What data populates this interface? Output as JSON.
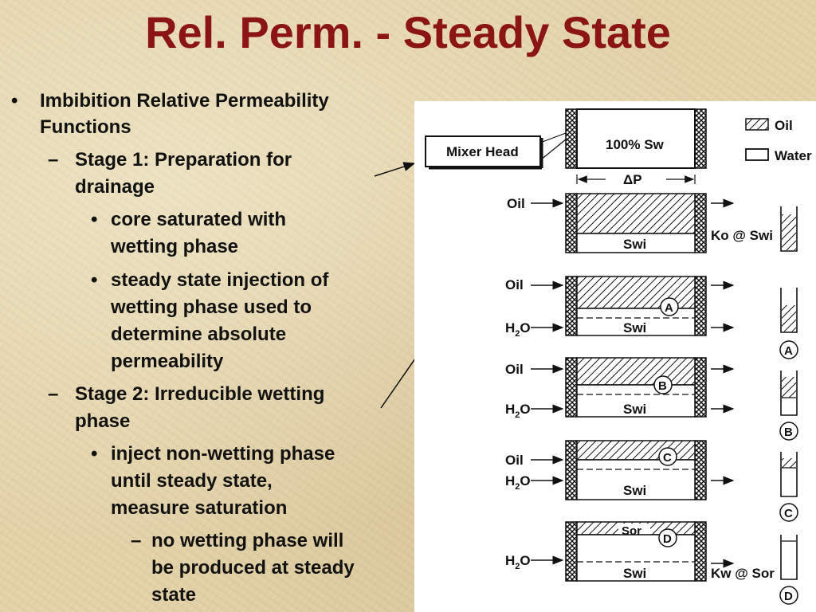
{
  "slide": {
    "title": "Rel. Perm. - Steady State",
    "bullets": {
      "l1_marker": "•",
      "l1_text_a": "Imbibition Relative Permeability",
      "l1_text_b": "Functions",
      "stage1_marker": "–",
      "stage1_a": "Stage 1:  Preparation for",
      "stage1_b": "drainage",
      "s1b1_marker": "•",
      "s1b1_a": "core saturated with",
      "s1b1_b": "wetting phase",
      "s1b2_marker": "•",
      "s1b2_a": "steady state injection of",
      "s1b2_b": "wetting phase used to",
      "s1b2_c": "determine absolute",
      "s1b2_d": "permeability",
      "stage2_marker": "–",
      "stage2_a": "Stage 2: Irreducible wetting",
      "stage2_b": "phase",
      "s2b1_marker": "•",
      "s2b1_a": "inject non-wetting phase",
      "s2b1_b": "until steady state,",
      "s2b1_c": "measure saturation",
      "s2d1_marker": "–",
      "s2d1_a": "no wetting phase will",
      "s2d1_b": "be produced at steady",
      "s2d1_c": "state"
    }
  },
  "figure": {
    "mixer_head": "Mixer Head",
    "top_core": "100% Sw",
    "delta_p": "ΔP",
    "legend_oil": "Oil",
    "legend_water": "Water",
    "row1": {
      "in_oil": "Oil",
      "core": "Swi",
      "right": "Ko @ Swi"
    },
    "rowA": {
      "in_oil": "Oil",
      "in_water": "H",
      "sub": "2",
      "in_water_end": "O",
      "core": "Swi",
      "marker": "A"
    },
    "rowB": {
      "in_oil": "Oil",
      "in_water": "H",
      "sub": "2",
      "in_water_end": "O",
      "core": "Swi",
      "marker": "B"
    },
    "rowC": {
      "in_oil": "Oil",
      "in_water": "H",
      "sub": "2",
      "in_water_end": "O",
      "core": "Swi",
      "marker": "C"
    },
    "rowD": {
      "in_water": "H",
      "sub": "2",
      "in_water_end": "O",
      "core": "Swi",
      "sor": "Sor",
      "marker": "D",
      "right": "Kw @ Sor"
    }
  }
}
